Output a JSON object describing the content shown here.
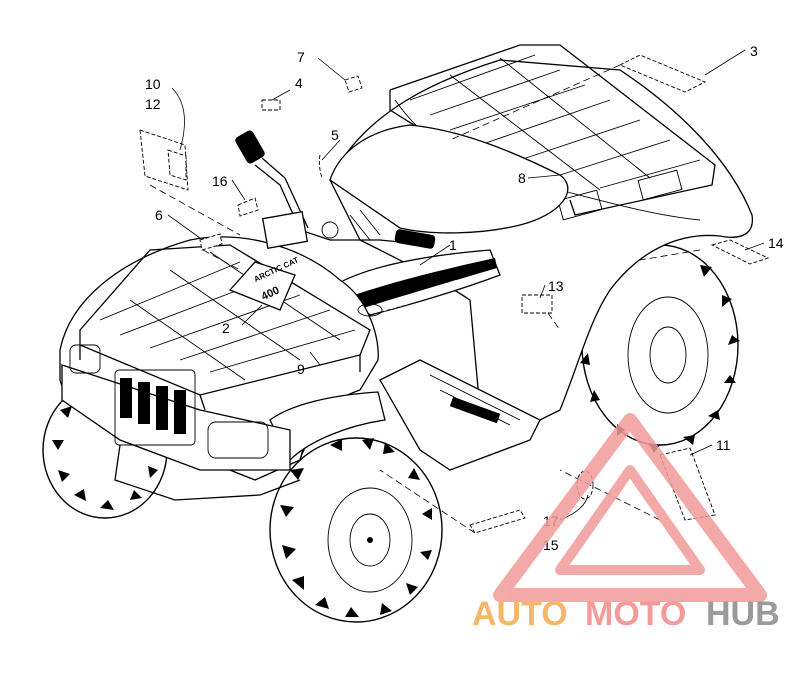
{
  "diagram": {
    "callouts": [
      {
        "id": "c1",
        "label": "1"
      },
      {
        "id": "c2",
        "label": "2"
      },
      {
        "id": "c3",
        "label": "3"
      },
      {
        "id": "c4",
        "label": "4"
      },
      {
        "id": "c5",
        "label": "5"
      },
      {
        "id": "c6",
        "label": "6"
      },
      {
        "id": "c7",
        "label": "7"
      },
      {
        "id": "c8",
        "label": "8"
      },
      {
        "id": "c9",
        "label": "9"
      },
      {
        "id": "c10",
        "label": "10"
      },
      {
        "id": "c11",
        "label": "11"
      },
      {
        "id": "c12",
        "label": "12"
      },
      {
        "id": "c13",
        "label": "13"
      },
      {
        "id": "c14",
        "label": "14"
      },
      {
        "id": "c15",
        "label": "15"
      },
      {
        "id": "c16",
        "label": "16"
      },
      {
        "id": "c17",
        "label": "17"
      }
    ],
    "decal_text": {
      "tank_brand": "ARCTIC CAT",
      "hood_brand": "ARCTIC CAT",
      "hood_model": "400"
    }
  },
  "watermark": {
    "part1": "AUTO",
    "part2": "MOTO",
    "part3": "HUB",
    "color_red": "#f39b9b",
    "color_orange": "#f5b86a",
    "color_gray": "#9a9a9a"
  }
}
